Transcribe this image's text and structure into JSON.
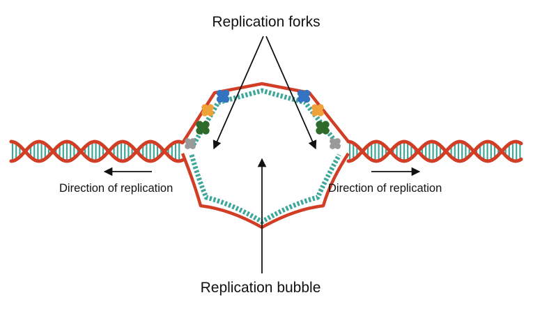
{
  "labels": {
    "forks": "Replication forks",
    "bubble": "Replication bubble",
    "direction_left": "Direction of replication",
    "direction_right": "Direction of replication"
  },
  "colors": {
    "backbone": "#d23d26",
    "rungs": "#3ea79a",
    "arrow": "#111111",
    "enzyme_blue": "#3473c2",
    "enzyme_orange": "#f0a23a",
    "enzyme_green": "#2e6b2a",
    "enzyme_gray": "#9a9a9a"
  },
  "enzymes": [
    {
      "name": "blue-enzyme-left",
      "color": "enzyme_blue"
    },
    {
      "name": "orange-enzyme-left",
      "color": "enzyme_orange"
    },
    {
      "name": "green-enzyme-left",
      "color": "enzyme_green"
    },
    {
      "name": "gray-enzyme-left",
      "color": "enzyme_gray"
    },
    {
      "name": "blue-enzyme-right",
      "color": "enzyme_blue"
    },
    {
      "name": "orange-enzyme-right",
      "color": "enzyme_orange"
    },
    {
      "name": "green-enzyme-right",
      "color": "enzyme_green"
    },
    {
      "name": "gray-enzyme-right",
      "color": "enzyme_gray"
    }
  ]
}
